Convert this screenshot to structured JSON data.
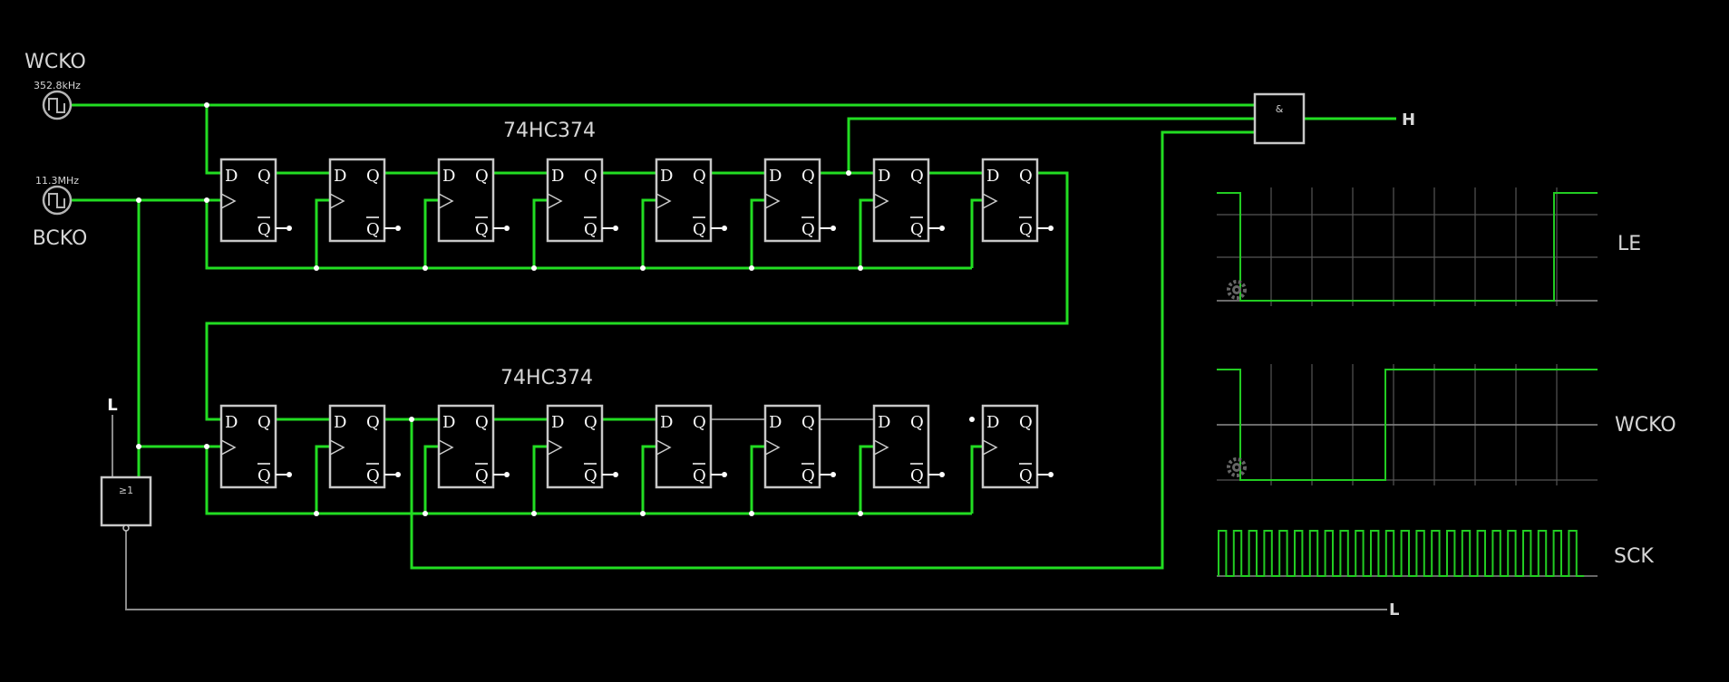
{
  "clocks": {
    "wcko": {
      "name": "WCKO",
      "freq": "352.8kHz"
    },
    "bcko": {
      "name": "BCKO",
      "freq": "11.3MHz"
    }
  },
  "chips": {
    "upper": "74HC374",
    "lower": "74HC374"
  },
  "flipflop_pins": {
    "d": "D",
    "q": "Q",
    "qbar": "Q"
  },
  "gates": {
    "and_symbol": "&",
    "or_symbol": "≥1"
  },
  "outputs": {
    "and_out": "H",
    "nor_out": "L",
    "nor_in": "L"
  },
  "scope": {
    "channels": [
      "LE",
      "WCKO",
      "SCK"
    ]
  },
  "colors": {
    "background": "#000000",
    "wire_active": "#22dd22",
    "wire_inactive": "#8a8a8a",
    "component_outline": "#c8c8c8",
    "label": "#d6d6d6"
  }
}
